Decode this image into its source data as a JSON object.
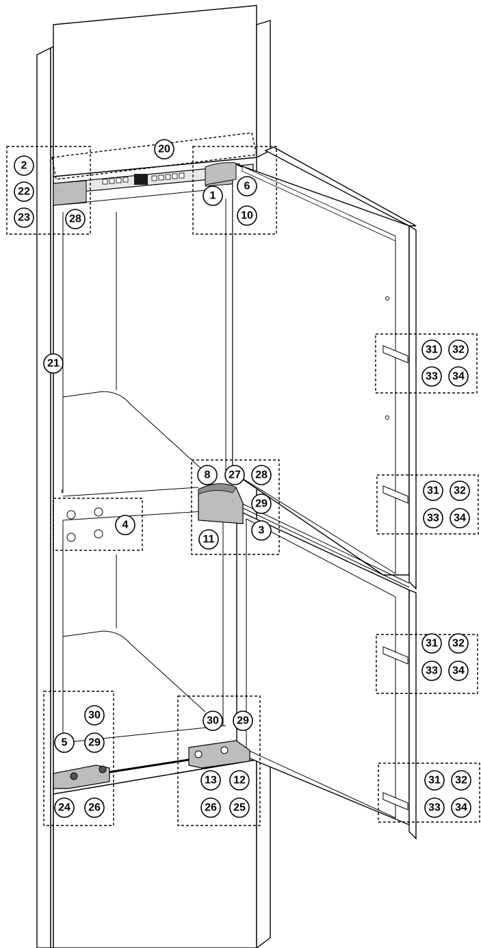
{
  "diagram": {
    "callouts": {
      "c2": "2",
      "c22": "22",
      "c23": "23",
      "c28a": "28",
      "c20": "20",
      "c1": "1",
      "c6": "6",
      "c10": "10",
      "c21": "21",
      "c31a": "31",
      "c32a": "32",
      "c33a": "33",
      "c34a": "34",
      "c8": "8",
      "c27": "27",
      "c28b": "28",
      "c29a": "29",
      "c3": "3",
      "c11": "11",
      "c4": "4",
      "c31b": "31",
      "c32b": "32",
      "c33b": "33",
      "c34b": "34",
      "c31c": "31",
      "c32c": "32",
      "c33c": "33",
      "c34c": "34",
      "c30a": "30",
      "c5": "5",
      "c29b": "29",
      "c24": "24",
      "c26a": "26",
      "c30b": "30",
      "c29c": "29",
      "c13": "13",
      "c12": "12",
      "c26b": "26",
      "c25": "25",
      "c31d": "31",
      "c32d": "32",
      "c33d": "33",
      "c34d": "34"
    },
    "colors": {
      "line": "#000000",
      "grain": "#9a9a9a",
      "part_fill": "#bdbdbd",
      "display": "#1a1a1a"
    },
    "icons": [
      "hinge-icon",
      "control-panel-icon",
      "mounting-bracket-icon"
    ]
  }
}
